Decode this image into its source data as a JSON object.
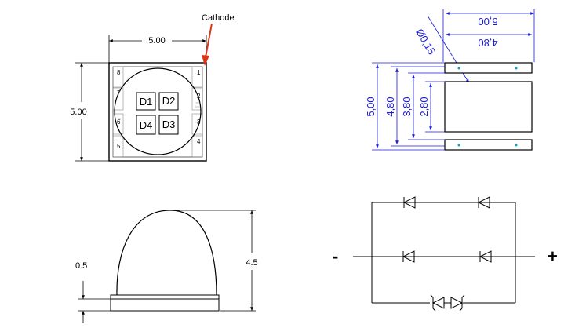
{
  "top_view": {
    "width_dim": "5.00",
    "height_dim": "5.00",
    "cathode_label": "Cathode",
    "accent_color": "#d9361e",
    "pins_left": [
      "8",
      "7",
      "6",
      "5"
    ],
    "pins_right": [
      "1",
      "2",
      "3",
      "4"
    ],
    "dies": [
      "D1",
      "D2",
      "D4",
      "D3"
    ]
  },
  "side_view": {
    "base_dim": "0.5",
    "height_dim": "4.5"
  },
  "footprint": {
    "dim_top_outer": "5,00",
    "dim_top_inner": "4,80",
    "dim_diameter": "Ø0,15",
    "dim_v1": "5,00",
    "dim_v2": "4,80",
    "dim_v3": "3,80",
    "dim_v4": "2,80",
    "dimension_color": "#1a1adc",
    "pad_color": "#00a8c8"
  },
  "schematic": {
    "minus_label": "-",
    "plus_label": "+"
  }
}
